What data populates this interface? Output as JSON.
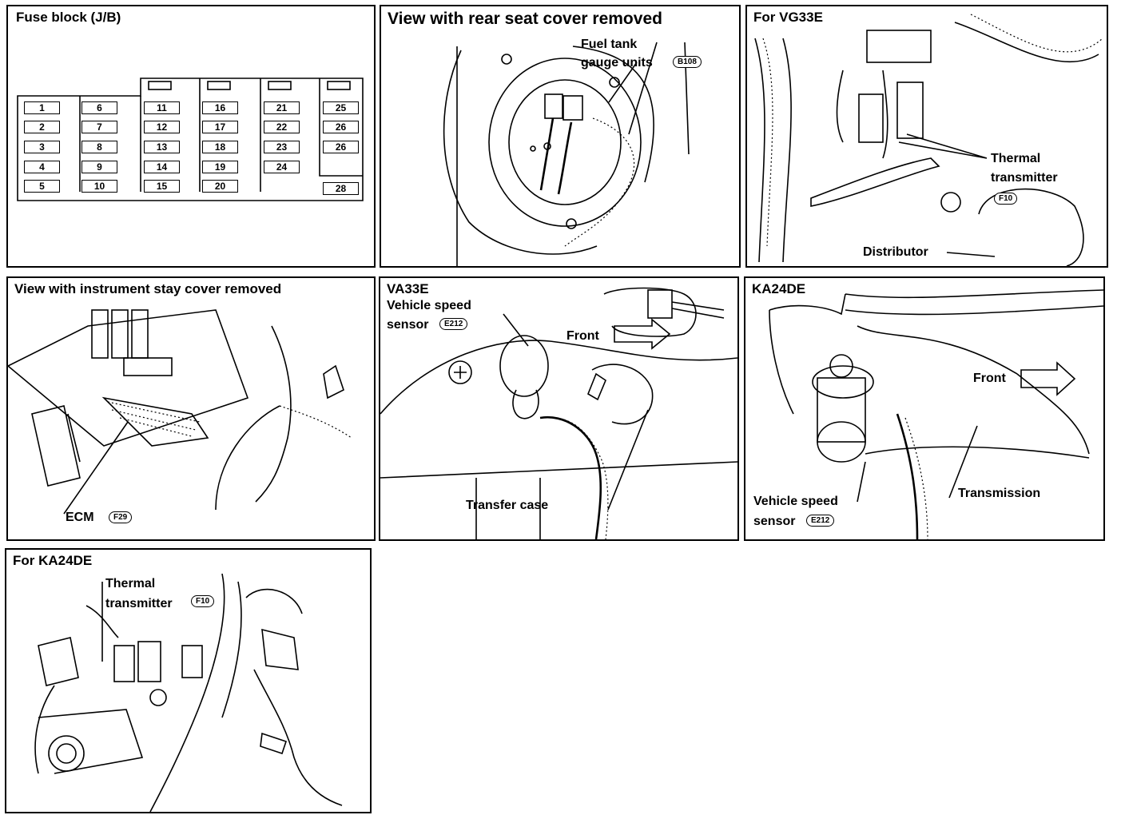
{
  "panels": {
    "fuse_block": {
      "title": "Fuse block (J/B)",
      "fuses": [
        "1",
        "2",
        "3",
        "4",
        "5",
        "6",
        "7",
        "8",
        "9",
        "10",
        "11",
        "12",
        "13",
        "14",
        "15",
        "16",
        "17",
        "18",
        "19",
        "20",
        "21",
        "22",
        "23",
        "24",
        "25",
        "26",
        "26",
        "28"
      ]
    },
    "rear_seat": {
      "title": "View with rear seat cover removed",
      "label_line1": "Fuel tank",
      "label_line2": "gauge units",
      "connector": "B108"
    },
    "vg33e": {
      "title": "For VG33E",
      "thermal_line1": "Thermal",
      "thermal_line2": "transmitter",
      "connector": "F10",
      "distributor": "Distributor"
    },
    "instrument_stay": {
      "title": "View with instrument stay cover removed",
      "ecm": "ECM",
      "connector": "F29"
    },
    "va33e": {
      "title": "VA33E",
      "vss_line1": "Vehicle speed",
      "vss_line2": "sensor",
      "connector": "E212",
      "front": "Front",
      "transfer": "Transfer case"
    },
    "ka24de_vss": {
      "title": "KA24DE",
      "front": "Front",
      "vss_line1": "Vehicle speed",
      "vss_line2": "sensor",
      "connector": "E212",
      "transmission": "Transmission"
    },
    "ka24de_thermal": {
      "title": "For KA24DE",
      "thermal_line1": "Thermal",
      "thermal_line2": "transmitter",
      "connector": "F10"
    }
  }
}
